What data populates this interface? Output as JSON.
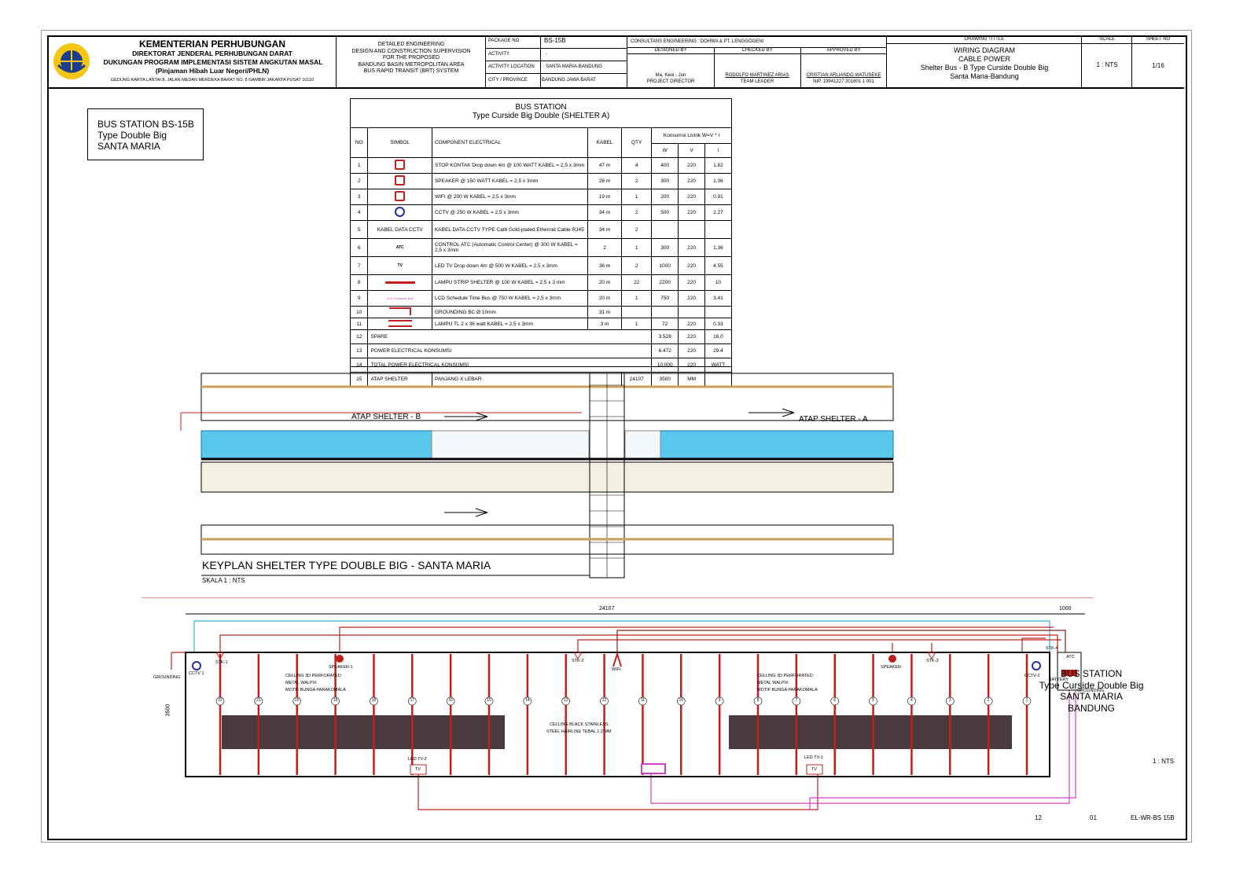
{
  "title_block": {
    "org1": "KEMENTERIAN PERHUBUNGAN",
    "org2": "DIREKTORAT JENDERAL PERHUBUNGAN DARAT",
    "org3": "DUKUNGAN PROGRAM IMPLEMENTASI SISTEM ANGKUTAN MASAL",
    "org4": "(Pinjaman Hibah Luar Negeri/PHLN)",
    "address": "GEDUNG KARYA LANTAI 8, JALAN MEDAN MERDEKA BARAT NO. 8 GAMBIR JAKARTA PUSAT 10110",
    "project1": "DETAILED ENGINEERING",
    "project2": "DESIGN AND CONSTRUCTION SUPERVISION",
    "project3": "FOR THE PROPOSED",
    "project4": "BANDUNG BASIN METROPOLITAN AREA",
    "project5": "BUS RAPID TRANSIT (BRT) SYSTEM",
    "package_label": "PACKAGE NO",
    "package_value": "BS-15B",
    "activity_label": "ACTIVITY",
    "activity_value": "-",
    "location_label": "ACTIVITY LOCATION",
    "location_value": "SANTA MARIA-BANDUNG",
    "city_label": "CITY / PROVINCE",
    "city_value": "BANDUNG JAWA BARAT",
    "consultant": "CONSULTANS ENGINEERING : DOHWA & PT. LENGGOGENI",
    "designed_label": "DESIGNED BY",
    "checked_label": "CHECKED BY",
    "approved_label": "APPROVED BY",
    "designed_name": "Ma, Keoi - Jun",
    "designed_role": "PROJECT DIRECTOR",
    "checked_name": "RODOLFO MARTINEZ ARIAS",
    "checked_role": "TEAM LEADER",
    "approved_name": "CRISTIAN ARLIANDO WATUSEKE",
    "approved_role": "NIP. 19941227 201801 1 001",
    "drawing_title_label": "DRAWING TITTLE",
    "drawing_title1": "WIRING DIAGRAM",
    "drawing_title2": "CABLE POWER",
    "drawing_title3": "Shelter Bus - B Type Curside Double Big",
    "drawing_title4": "Santa Maria-Bandung",
    "scale_label": "SCALE",
    "scale_value": "1 : NTS",
    "sheet_label": "SHEET NO",
    "sheet_value": "1/16"
  },
  "station_box": {
    "line1": "BUS STATION BS-15B",
    "line2": "Type  Double Big",
    "line3": "SANTA MARIA"
  },
  "legend": {
    "title1": "BUS STATION",
    "title2": "Type Curside Big Double (SHELTER A)",
    "h_no": "NO",
    "h_simbol": "SIMBOL",
    "h_component": "COMPONENT ELECTRICAL",
    "h_kabel": "KABEL",
    "h_qty": "QTY",
    "h_konsumsi": "Konsumsi Listrik W=V * I",
    "h_w": "W",
    "h_v": "V",
    "h_i": "I",
    "rows": [
      {
        "no": "1",
        "sym": "",
        "comp": "STOP KONTAK Drop down 4m @ 100 WATT KABEL = 2,5 x 3mm",
        "kabel": "47 m",
        "qty": "4",
        "w": "400",
        "v": "220",
        "i": "1.82"
      },
      {
        "no": "2",
        "sym": "",
        "comp": "SPEAKER @ 150 WATT KABEL = 2,5 x 3mm",
        "kabel": "28 m",
        "qty": "2",
        "w": "300",
        "v": "220",
        "i": "1.36"
      },
      {
        "no": "3",
        "sym": "",
        "comp": "WIFI @ 200 W KABEL = 2,5 x 3mm",
        "kabel": "19 m",
        "qty": "1",
        "w": "200",
        "v": "220",
        "i": "0.91"
      },
      {
        "no": "4",
        "sym": "",
        "comp": "CCTV @ 250 W KABEL = 2,5 x 3mm",
        "kabel": "34 m",
        "qty": "2",
        "w": "500",
        "v": "220",
        "i": "2.27"
      },
      {
        "no": "5",
        "sym": "KABEL DATA CCTV",
        "comp": "KABEL DATA CCTV TYPE Cat6 Gold-plated Ethernet Cable RJ45",
        "kabel": "34 m",
        "qty": "2",
        "w": "",
        "v": "",
        "i": ""
      },
      {
        "no": "6",
        "sym": "ATC",
        "comp": "CONTROL  ATC (Automatic Control Center) @ 300 W KABEL = 2,5 x 3mm",
        "kabel": "2",
        "qty": "1",
        "w": "300",
        "v": "220",
        "i": "1.36"
      },
      {
        "no": "7",
        "sym": "TV",
        "comp": "LED TV Drop down 4m @ 500 W KABEL = 2,5 x 3mm",
        "kabel": "36 m",
        "qty": "2",
        "w": "1000",
        "v": "220",
        "i": "4.55"
      },
      {
        "no": "8",
        "sym": "",
        "comp": "LAMPU STRIP SHELTER @ 100 W KABEL = 2,5 x 3 mm",
        "kabel": "20 m",
        "qty": "22",
        "w": "2200",
        "v": "220",
        "i": "10"
      },
      {
        "no": "9",
        "sym": "LCD Schedule Bus",
        "comp": "LCD Schedule Time Bus  @ 750 W KABEL = 2,5 x 3mm",
        "kabel": "20 m",
        "qty": "1",
        "w": "750",
        "v": "220",
        "i": "3.41"
      },
      {
        "no": "10",
        "sym": "",
        "comp": "GROUNDING BC Ø 10mm",
        "kabel": "31 m",
        "qty": "",
        "w": "",
        "v": "",
        "i": ""
      },
      {
        "no": "11",
        "sym": "",
        "comp": "LAMPU TL 2 x 36 watt KABEL = 2,5 x 3mm",
        "kabel": "3 m",
        "qty": "1",
        "w": "72",
        "v": "220",
        "i": "0.33"
      }
    ],
    "r12_no": "12",
    "r12_label": "SPARE",
    "r12_w": "3.528",
    "r12_v": "220",
    "r12_i": "16.0",
    "r13_no": "13",
    "r13_label": "POWER ELECTRICAL KONSUMSI",
    "r13_w": "6.472",
    "r13_v": "220",
    "r13_i": "29.4",
    "r14_no": "14",
    "r14_label": "TOTAL POWER ELECTRICAL KONSUMSI",
    "r14_w": "10.000",
    "r14_v": "220",
    "r14_i": "WATT",
    "r15_no": "15",
    "r15_label": "ATAP SHELTER",
    "r15_sub": "PANJANG X LEBAR",
    "r15_a": "24107",
    "r15_b": "3500",
    "r15_c": "MM"
  },
  "keyplan": {
    "atap_b": "ATAP SHELTER - B",
    "atap_a": "ATAP SHELTER - A",
    "title": "KEYPLAN SHELTER TYPE DOUBLE BIG - SANTA MARIA",
    "scale": "SKALA 1 : NTS"
  },
  "wiring": {
    "dim_length": "24107",
    "dim_extra": "1000",
    "dim_width": "3500",
    "grounding_left": "GROUNDING",
    "cctv1": "CCTV 1",
    "cctv2": "CCTV-2",
    "stk1": "STK-1",
    "stk2": "STK-2",
    "stk3": "STK-3",
    "stk4": "STK-4",
    "speaker1": "SPEAKER-1",
    "speaker2": "SPEAKER-",
    "wifi": "WIFI",
    "ceiling_left1": "CELLING 3D PERFORATED",
    "ceiling_left2": "METAL WALPIX",
    "ceiling_left3": "MOTIF BUNGA PARAKOMALA",
    "ceiling_right1": "CELLING 3D PERFORATED",
    "ceiling_right2": "METAL WALPIX",
    "ceiling_right3": "MOTIF BUNGA PARAKOMALA",
    "ceiling_mid1": "CELLING BLACK STAINLESS",
    "ceiling_mid2": "STEEL HAIRLINE TEBAL 1,2 MM",
    "ledtv2": "LED TV-2",
    "ledtv1": "LED TV-1",
    "tv": "TV",
    "atc": "ATC",
    "battery": "BATTERY",
    "grounding_right": "GROUNDING",
    "lamp_numbers": [
      "22",
      "21",
      "20",
      "19",
      "18",
      "17",
      "16",
      "15",
      "14",
      "13",
      "12",
      "11",
      "10",
      "9",
      "8",
      "7",
      "6",
      "5",
      "4",
      "3",
      "2",
      "1"
    ],
    "station1": "BUS STATION",
    "station2": "Type Curside Double Big",
    "station3": "SANTA MARIA",
    "station4": "BANDUNG",
    "scale_note": "1 : NTS"
  },
  "footer": {
    "num1": "12",
    "num2": "01",
    "code": "EL-WR-BS 15B"
  },
  "colors": {
    "red": "#c0201c",
    "cyan": "#30b0e0",
    "magenta": "#d040c0",
    "brown": "#7a2020",
    "roof": "#59c8ec"
  }
}
